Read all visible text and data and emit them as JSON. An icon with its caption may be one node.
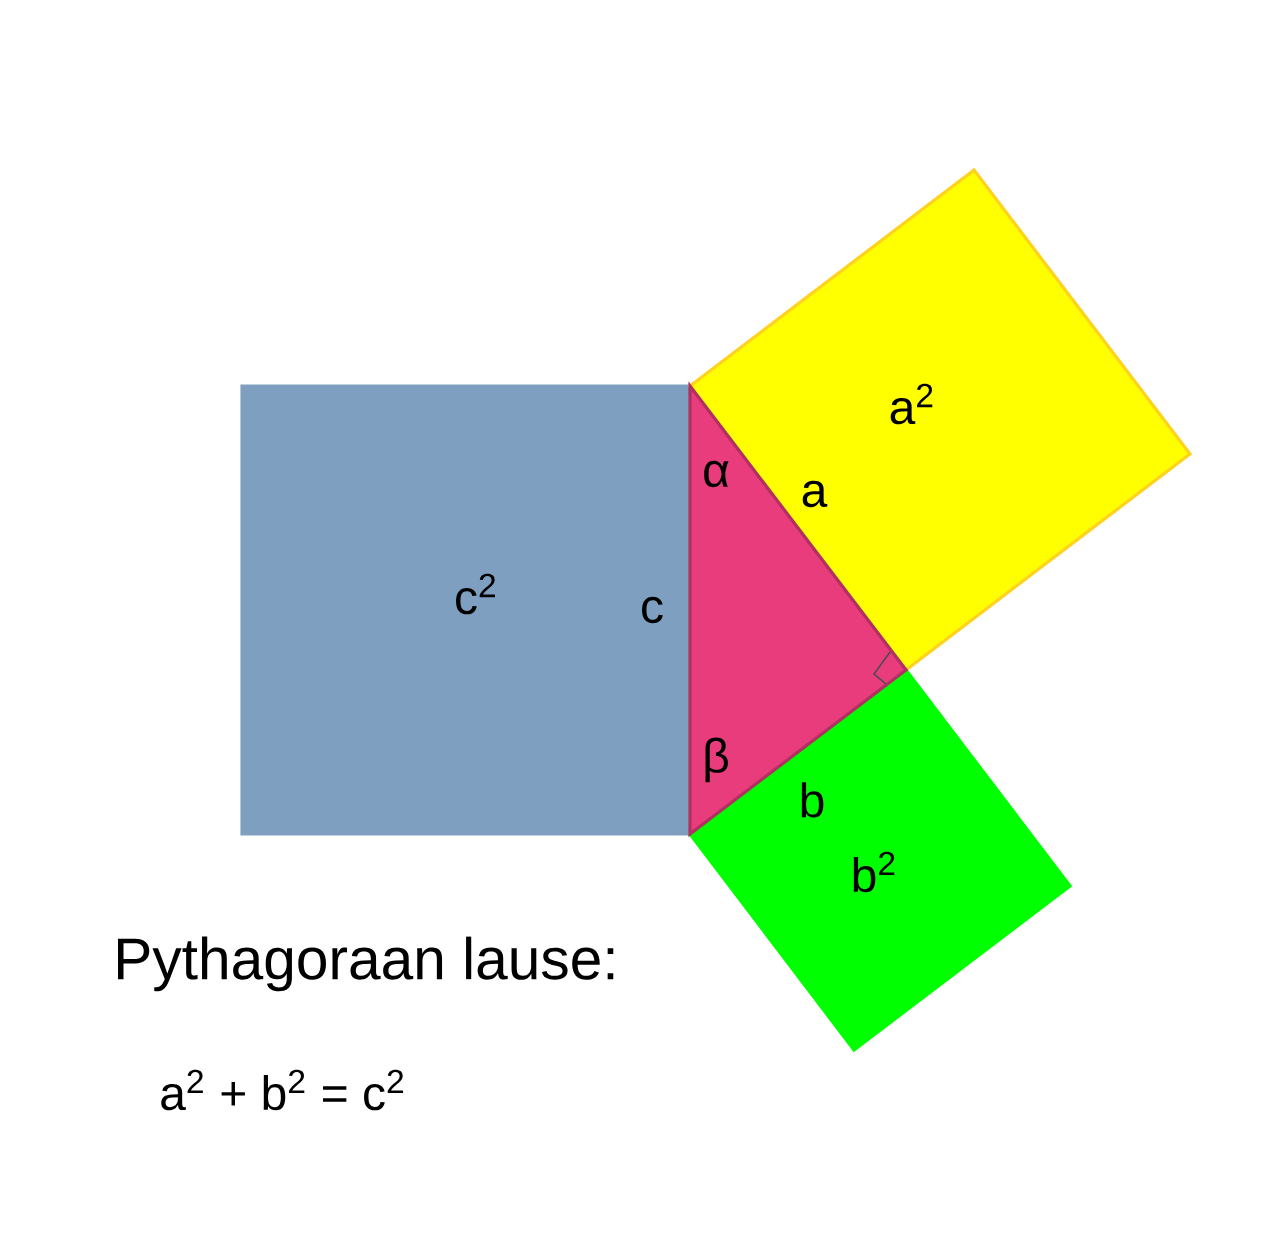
{
  "diagram": {
    "nodes": [
      {
        "text": [
          "c$^{2}$"
        ]
      },
      {
        "text": [
          "a$^{2}$"
        ]
      },
      {
        "text": [
          "b$^{2}$"
        ]
      },
      {
        "text": [
          "α",
          "β"
        ]
      }
    ],
    "labels": [
      "a",
      "c",
      "b",
      "Pythagoraan lause:",
      "a$^{2}$ + b$^{2}$ = c$^{2}$"
    ]
  }
}
